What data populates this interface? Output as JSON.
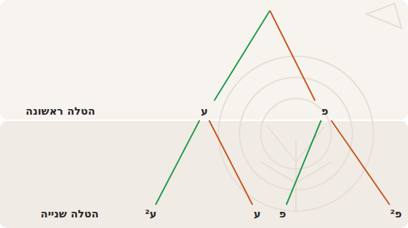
{
  "diagram": {
    "nodes": [
      {
        "text": [
          "ע"
        ]
      },
      {
        "text": [
          "פ"
        ]
      },
      {
        "text": [
          "ע²"
        ]
      },
      {
        "text": [
          "ע"
        ]
      },
      {
        "text": [
          "פ"
        ]
      },
      {
        "text": [
          "פ²"
        ]
      }
    ],
    "edges": [
      {
        "from": 0,
        "to": 2,
        "arrow": "none"
      },
      {
        "from": 0,
        "to": 3,
        "arrow": "none"
      },
      {
        "from": 1,
        "to": 4,
        "arrow": "none"
      },
      {
        "from": 1,
        "to": 5,
        "arrow": "none"
      }
    ],
    "labels": [
      "הטלה ראשונה",
      "הטלה שנייה"
    ]
  }
}
